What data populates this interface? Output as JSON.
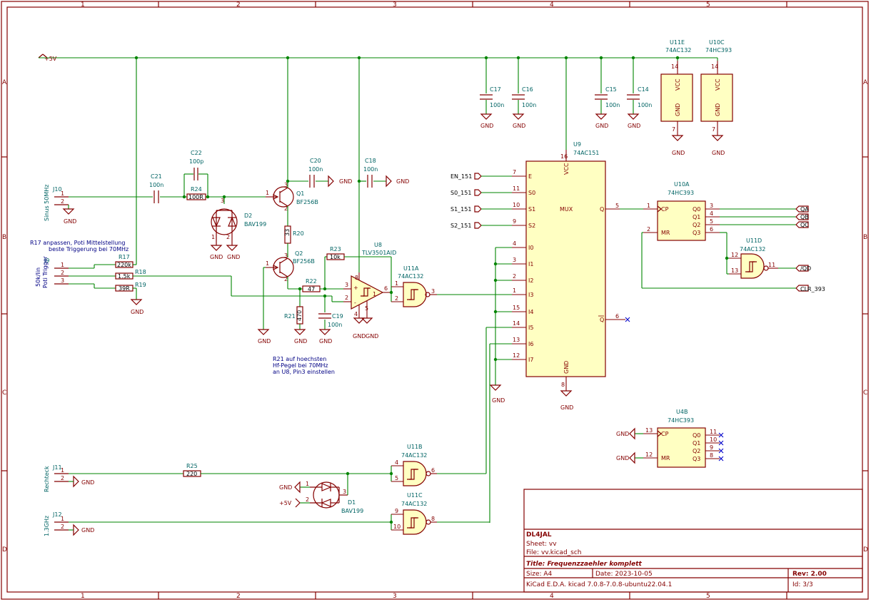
{
  "frame": {
    "cols": [
      "1",
      "2",
      "3",
      "4",
      "5"
    ],
    "rows": [
      "A",
      "B",
      "C",
      "D"
    ]
  },
  "rails": {
    "vcc": "+5V",
    "gnd": "GND"
  },
  "notes": {
    "r17_l1": "R17 anpassen, Poti Mittelstellung",
    "r17_l2": "beste Triggerung bei 70MHz",
    "r21_l1": "R21 auf hoechsten",
    "r21_l2": "Hf-Pegel bei 70MHz",
    "r21_l3": "an U8, Pin3 einstellen"
  },
  "connectors": {
    "j10": {
      "ref": "J10",
      "desc": "Sinus 50MHz",
      "p1": "1",
      "p2": "2"
    },
    "j9": {
      "ref": "J9",
      "desc1": "50k/lin",
      "desc2": "Poti Trigger",
      "p1": "1",
      "p2": "2",
      "p3": "3"
    },
    "j11": {
      "ref": "J11",
      "desc": "Rechteck",
      "p1": "1",
      "p2": "2"
    },
    "j12": {
      "ref": "J12",
      "desc": "1.3GHz",
      "p1": "1",
      "p2": "2"
    }
  },
  "parts": {
    "c21": {
      "ref": "C21",
      "val": "100n"
    },
    "c22": {
      "ref": "C22",
      "val": "100p"
    },
    "r24": {
      "ref": "R24",
      "val": "100R"
    },
    "d2": {
      "ref": "D2",
      "val": "BAV199",
      "p1": "1",
      "p2": "2",
      "p3": "3"
    },
    "q1": {
      "ref": "Q1",
      "val": "BF256B",
      "p1": "1",
      "p2": "2",
      "p3": "3"
    },
    "q2": {
      "ref": "Q2",
      "val": "BF256B",
      "p1": "1",
      "p2": "2",
      "p3": "3"
    },
    "r20": {
      "ref": "R20",
      "val": "33"
    },
    "c20": {
      "ref": "C20",
      "val": "100n"
    },
    "c18": {
      "ref": "C18",
      "val": "100n"
    },
    "r23": {
      "ref": "R23",
      "val": "10k"
    },
    "r22": {
      "ref": "R22",
      "val": "47"
    },
    "r21": {
      "ref": "R21",
      "val": "470"
    },
    "c19": {
      "ref": "C19",
      "val": "100n"
    },
    "r17": {
      "ref": "R17",
      "val": "220k"
    },
    "r18": {
      "ref": "R18",
      "val": "1.5k"
    },
    "r19": {
      "ref": "R19",
      "val": "39R"
    },
    "r25": {
      "ref": "R25",
      "val": "220"
    },
    "d1": {
      "ref": "D1",
      "val": "BAV199",
      "p1": "1",
      "p2": "2",
      "p3": "3"
    },
    "c17": {
      "ref": "C17",
      "val": "100n"
    },
    "c16": {
      "ref": "C16",
      "val": "100n"
    },
    "c15": {
      "ref": "C15",
      "val": "100n"
    },
    "c14": {
      "ref": "C14",
      "val": "100n"
    }
  },
  "u8": {
    "ref": "U8",
    "val": "TLV3501AID",
    "p1": "1",
    "p2": "2",
    "p3": "3",
    "p4": "4",
    "p5": "5",
    "p6": "6",
    "p8": "8"
  },
  "u11a": {
    "ref": "U11A",
    "val": "74AC132",
    "p1": "1",
    "p2": "2",
    "p3": "3"
  },
  "u11b": {
    "ref": "U11B",
    "val": "74AC132",
    "p1": "4",
    "p2": "5",
    "p3": "6"
  },
  "u11c": {
    "ref": "U11C",
    "val": "74AC132",
    "p1": "9",
    "p2": "10",
    "p3": "8"
  },
  "u11d": {
    "ref": "U11D",
    "val": "74AC132",
    "p1": "12",
    "p2": "13",
    "p3": "11"
  },
  "u11e": {
    "ref": "U11E",
    "val": "74AC132",
    "vcc": "VCC",
    "gnd": "GND",
    "pv": "14",
    "pg": "7"
  },
  "u10c": {
    "ref": "U10C",
    "val": "74HC393",
    "vcc": "VCC",
    "gnd": "GND",
    "pv": "14",
    "pg": "7"
  },
  "u9": {
    "ref": "U9",
    "val": "74AC151",
    "title": "MUX",
    "vcc": "VCC",
    "gnd": "GND",
    "pv": "16",
    "pg": "8",
    "left": [
      {
        "name": "E",
        "pin": "7"
      },
      {
        "name": "S0",
        "pin": "11"
      },
      {
        "name": "S1",
        "pin": "10"
      },
      {
        "name": "S2",
        "pin": "9"
      },
      {
        "name": "I0",
        "pin": "4"
      },
      {
        "name": "I1",
        "pin": "3"
      },
      {
        "name": "I2",
        "pin": "2"
      },
      {
        "name": "I3",
        "pin": "1"
      },
      {
        "name": "I4",
        "pin": "15"
      },
      {
        "name": "I5",
        "pin": "14"
      },
      {
        "name": "I6",
        "pin": "13"
      },
      {
        "name": "I7",
        "pin": "12"
      }
    ],
    "q": "Q",
    "qpin": "5",
    "qn": "Q",
    "qnpin": "6"
  },
  "u10a": {
    "ref": "U10A",
    "val": "74HC393",
    "cp": "CP",
    "mr": "MR",
    "pcp": "1",
    "pmr": "2",
    "outs": [
      {
        "name": "Q0",
        "pin": "3"
      },
      {
        "name": "Q1",
        "pin": "4"
      },
      {
        "name": "Q2",
        "pin": "5"
      },
      {
        "name": "Q3",
        "pin": "6"
      }
    ]
  },
  "u4b": {
    "ref": "U4B",
    "val": "74HC393",
    "cp": "CP",
    "mr": "MR",
    "pcp": "13",
    "pmr": "12",
    "outs": [
      {
        "name": "Q0",
        "pin": "11"
      },
      {
        "name": "Q1",
        "pin": "10"
      },
      {
        "name": "Q2",
        "pin": "9"
      },
      {
        "name": "Q3",
        "pin": "8"
      }
    ]
  },
  "labels": {
    "en": "EN_151",
    "s0": "S0_151",
    "s1": "S1_151",
    "s2": "S2_151",
    "qa": "QA",
    "qb": "QB",
    "qc": "QC",
    "qd": "/QD",
    "clr": "CLR_393"
  },
  "titleblock": {
    "company": "DL4JAL",
    "sheet": "Sheet: vv",
    "file": "File: vv.kicad_sch",
    "title": "Title: Frequenzzaehler komplett",
    "size": "Size: A4",
    "date": "Date: 2023-10-05",
    "rev": "Rev: 2.00",
    "tool": "KiCad E.D.A.  kicad 7.0.8-7.0.8-ubuntu22.04.1",
    "id": "Id: 3/3"
  }
}
